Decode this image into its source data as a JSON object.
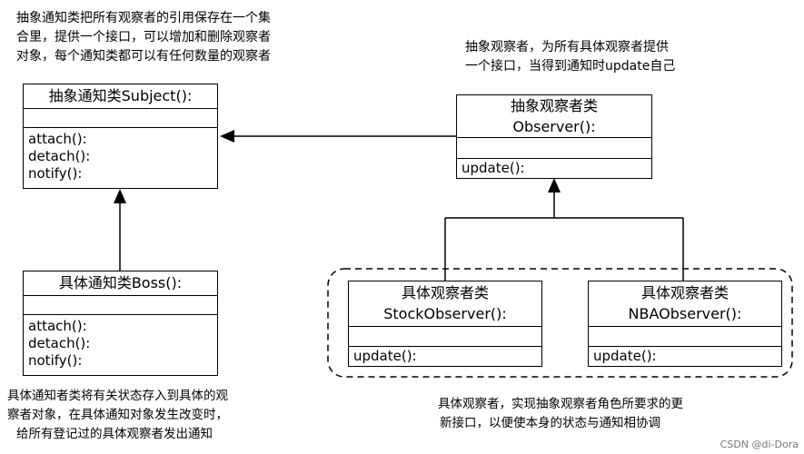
{
  "notes": {
    "subject_note": [
      "抽象通知类把所有观察者的引用保存在一个集",
      "合里，提供一个接口，可以增加和删除观察者",
      "对象，每个通知类都可以有任何数量的观察者"
    ],
    "observer_note": [
      "抽象观察者，为所有具体观察者提供",
      "一个接口，当得到通知时update自己"
    ],
    "boss_note": [
      "具体通知者类将有关状态存入到具体的观",
      "察者对象，在具体通知对象发生改变时，",
      "给所有登记过的具体观察者发出通知"
    ],
    "concrete_observer_note": [
      "具体观察者，实现抽象观察者角色所要求的更",
      "新接口，以便使本身的状态与通知相协调"
    ]
  },
  "subject": {
    "title": "抽象通知类Subject():",
    "methods": [
      "attach():",
      "detach():",
      "notify():"
    ]
  },
  "observer": {
    "title_line1": "抽象观察者类",
    "title_line2": "Observer():",
    "methods": [
      "update():"
    ]
  },
  "boss": {
    "title": "具体通知类Boss():",
    "methods": [
      "attach():",
      "detach():",
      "notify():"
    ]
  },
  "stock_observer": {
    "title_line1": "具体观察者类",
    "title_line2": "StockObserver():",
    "methods": [
      "update():"
    ]
  },
  "nba_observer": {
    "title_line1": "具体观察者类",
    "title_line2": "NBAObserver():",
    "methods": [
      "update():"
    ]
  },
  "watermark": "CSDN @di-Dora"
}
